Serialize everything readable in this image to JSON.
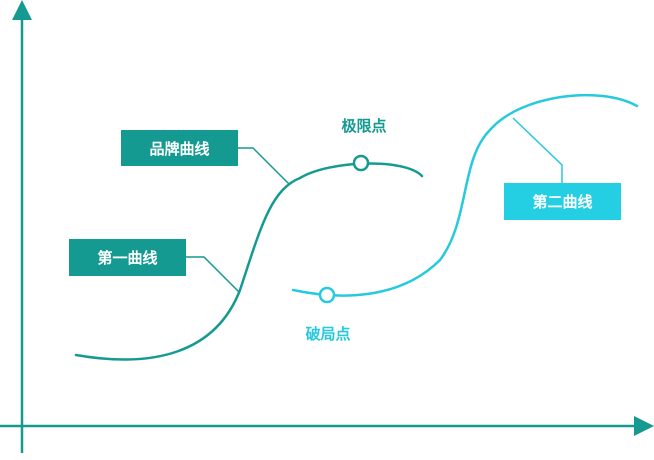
{
  "colors": {
    "axis": "#159a92",
    "curve_teal": "#159a92",
    "curve_cyan": "#27c9de",
    "box_teal": "#159a92",
    "box_cyan": "#25cfe3",
    "box_text": "#ffffff"
  },
  "labels": {
    "brand_curve": "品牌曲线",
    "first_curve": "第一曲线",
    "second_curve": "第二曲线",
    "limit_point": "极限点",
    "breakthrough_point": "破局点"
  }
}
